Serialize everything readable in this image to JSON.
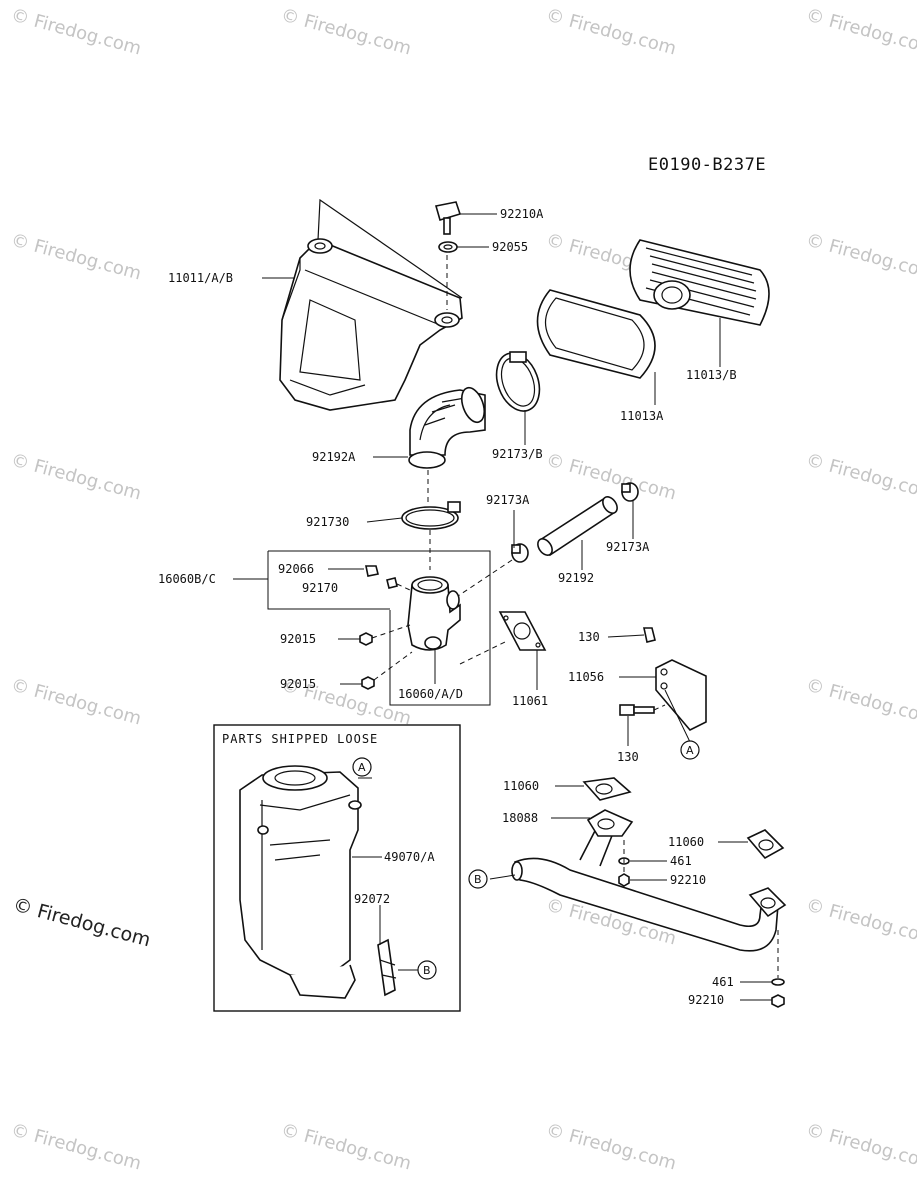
{
  "diagram_code": "E0190-B237E",
  "watermark": "© Firedog.com",
  "box_title": "PARTS SHIPPED LOOSE",
  "labels": {
    "p92210A": "92210A",
    "p92055": "92055",
    "p11011": "11011/A/B",
    "p11013B": "11013/B",
    "p11013A": "11013A",
    "p92173B": "92173/B",
    "p92192A": "92192A",
    "p92173A_1": "92173A",
    "p92173A_2": "92173A",
    "p92192": "92192",
    "p921730": "921730",
    "p16060BC": "16060B/C",
    "p92066": "92066",
    "p92170": "92170",
    "p92015_1": "92015",
    "p92015_2": "92015",
    "p16060AD": "16060/A/D",
    "p11061": "11061",
    "p130_1": "130",
    "p11056": "11056",
    "p130_2": "130",
    "p49070A": "49070/A",
    "p92072": "92072",
    "p11060_1": "11060",
    "p18088": "18088",
    "p11060_2": "11060",
    "p461_1": "461",
    "p92210_1": "92210",
    "p461_2": "461",
    "p92210_2": "92210"
  },
  "markers": {
    "A": "A",
    "B": "B"
  }
}
